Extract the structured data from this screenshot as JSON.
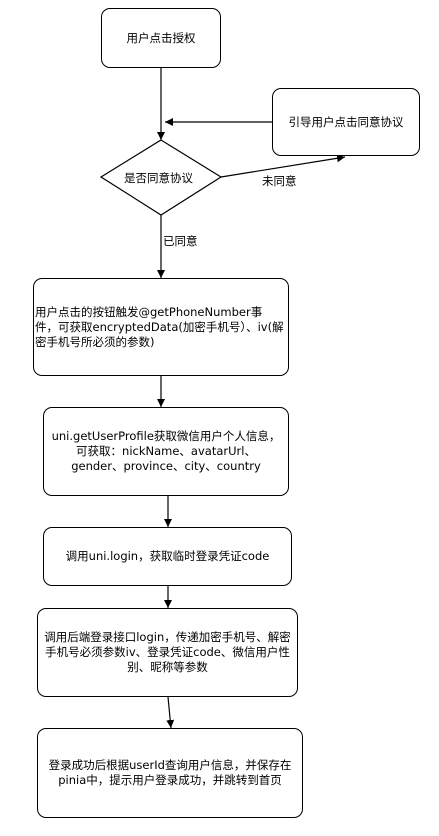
{
  "nodes": {
    "start": "用户点击授权",
    "guide": "引导用户点击同意协议",
    "decision": "是否同意协议",
    "get_phone": "用户点击的按钮触发@getPhoneNumber事件，可获取encryptedData(加密手机号）、iv(解密手机号所必须的参数)",
    "get_profile": "uni.getUserProfile获取微信用户个人信息，可获取：nickName、avatarUrl、gender、province、city、country",
    "login": "调用uni.login，获取临时登录凭证code",
    "backend": "调用后端登录接口login，传递加密手机号、解密手机号必须参数iv、登录凭证code、微信用户性别、昵称等参数",
    "final": "登录成功后根据userId查询用户信息，并保存在pinia中，提示用户登录成功，并跳转到首页"
  },
  "edges": {
    "no_label": "未同意",
    "yes_label": "已同意"
  }
}
